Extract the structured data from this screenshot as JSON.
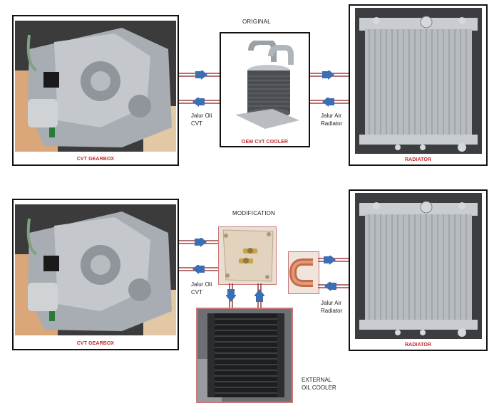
{
  "original": {
    "heading": "ORIGINAL",
    "gearbox_caption": "CVT GEARBOX",
    "cooler_caption": "OEM CVT COOLER",
    "radiator_caption": "RADIATOR",
    "oil_line_label": "Jalur Oli\nCVT",
    "water_line_label": "Jalur Air\nRadiator"
  },
  "modification": {
    "heading": "MODIFICATION",
    "gearbox_caption": "CVT GEARBOX",
    "radiator_caption": "RADIATOR",
    "oil_line_label": "Jalur Oli\nCVT",
    "water_line_label": "Jalur Air\nRadiator",
    "external_cooler_label": "EXTERNAL\nOIL COOLER"
  },
  "colors": {
    "caption": "#c0272d",
    "line": "#8b1a1a",
    "arrow": "#3a6fb5",
    "frame": "#111111"
  }
}
